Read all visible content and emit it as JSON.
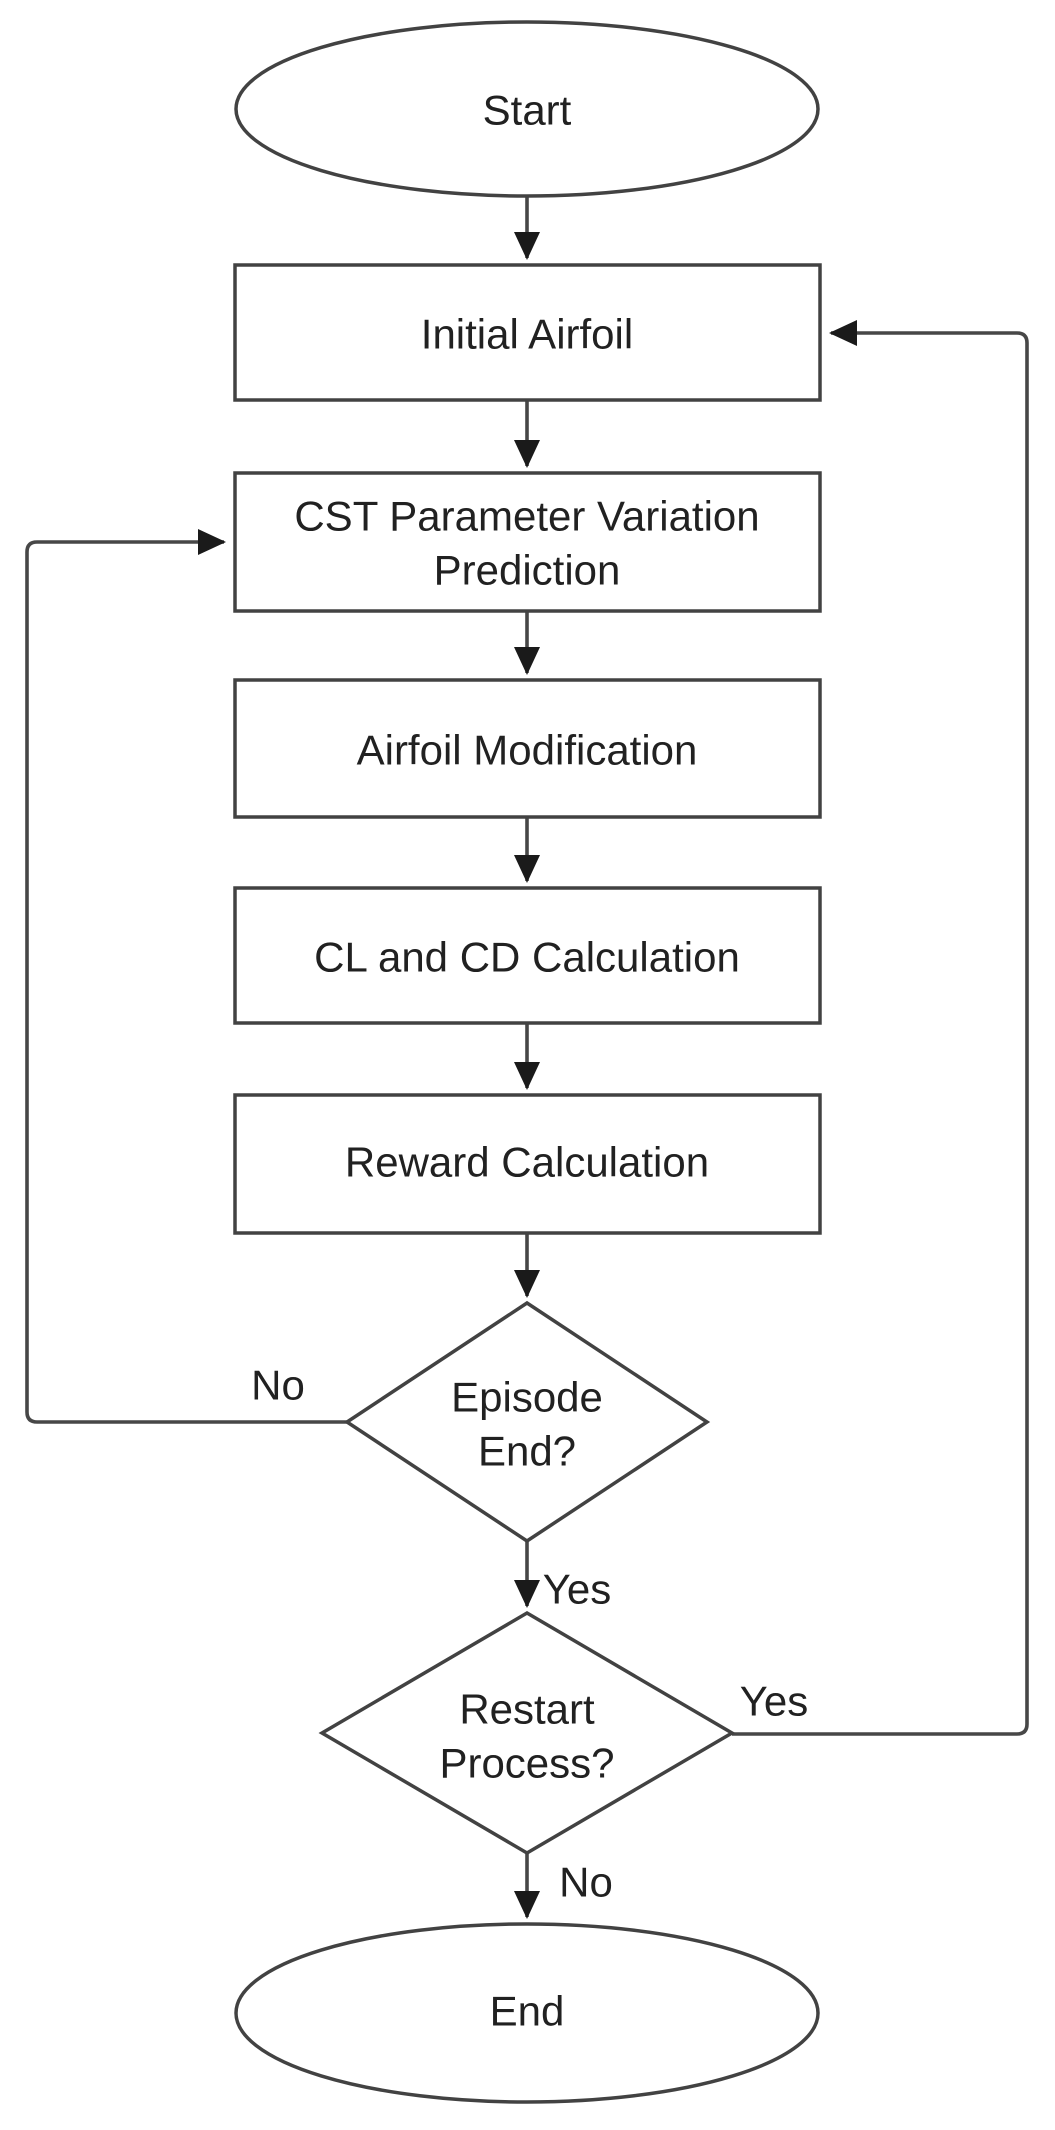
{
  "diagram": {
    "type": "flowchart",
    "background": "#ffffff",
    "stroke_color": "#424242",
    "arrow_color": "#1a1a1a",
    "text_color": "#212121",
    "nodes": {
      "start": {
        "shape": "terminator",
        "label": "Start"
      },
      "initial_airfoil": {
        "shape": "process",
        "label": "Initial Airfoil"
      },
      "cst_prediction": {
        "shape": "process",
        "lines": [
          "CST Parameter Variation",
          "Prediction"
        ]
      },
      "airfoil_modification": {
        "shape": "process",
        "label": "Airfoil Modification"
      },
      "cl_cd_calculation": {
        "shape": "process",
        "label": "CL and CD Calculation"
      },
      "reward_calculation": {
        "shape": "process",
        "label": "Reward Calculation"
      },
      "episode_end": {
        "shape": "decision",
        "lines": [
          "Episode",
          "End?"
        ]
      },
      "restart_process": {
        "shape": "decision",
        "lines": [
          "Restart",
          "Process?"
        ]
      },
      "end": {
        "shape": "terminator",
        "label": "End"
      }
    },
    "edges": {
      "episode_end_no": {
        "label": "No",
        "from": "episode_end",
        "to": "cst_prediction"
      },
      "episode_end_yes": {
        "label": "Yes",
        "from": "episode_end",
        "to": "restart_process"
      },
      "restart_yes": {
        "label": "Yes",
        "from": "restart_process",
        "to": "initial_airfoil"
      },
      "restart_no": {
        "label": "No",
        "from": "restart_process",
        "to": "end"
      }
    }
  }
}
